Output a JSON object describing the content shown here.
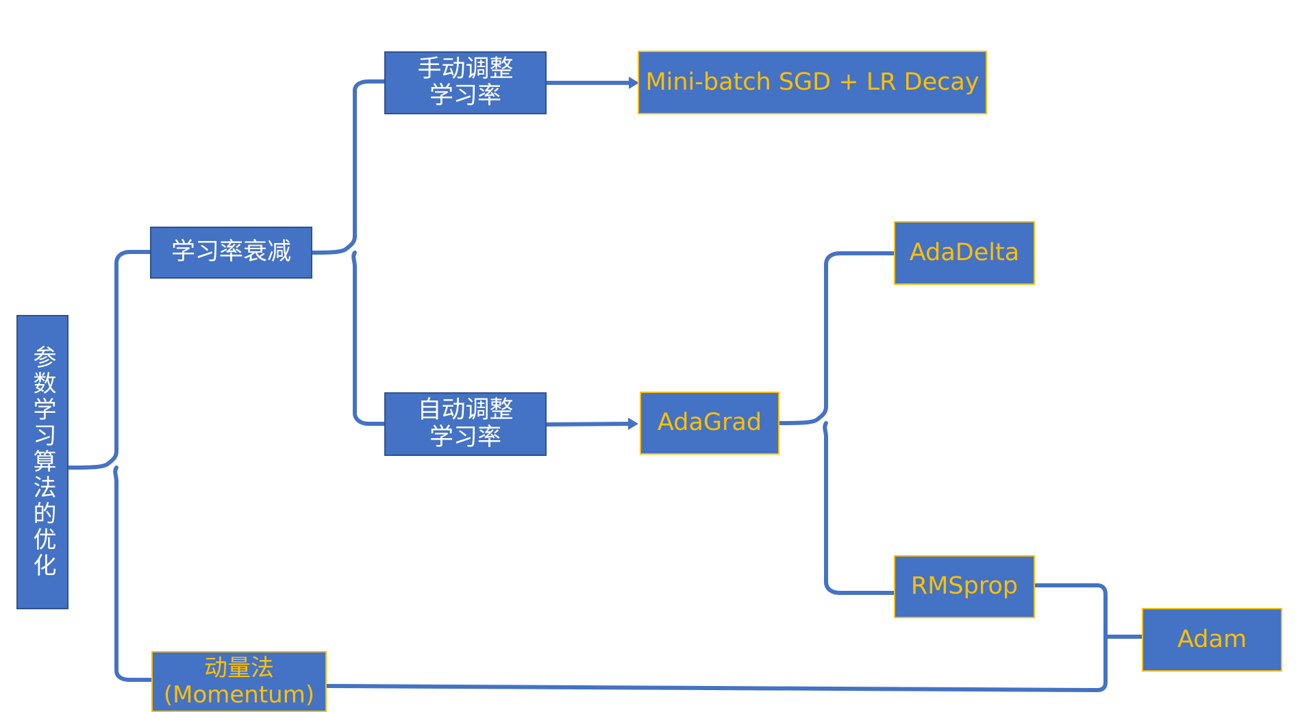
{
  "colors": {
    "node_fill": "#4472c4",
    "line": "#4472c4",
    "white_text": "#ffffff",
    "gold_text": "#ffc000"
  },
  "nodes": {
    "root": "参数学习算法的优化",
    "lr_decay": "学习率衰减",
    "manual_line1": "手动调整",
    "manual_line2": "学习率",
    "auto_line1": "自动调整",
    "auto_line2": "学习率",
    "momentum_line1": "动量法",
    "momentum_line2": "(Momentum)",
    "mini_batch": "Mini-batch SGD + LR Decay",
    "adagrad": "AdaGrad",
    "adadelta": "AdaDelta",
    "rmsprop": "RMSprop",
    "adam": "Adam"
  }
}
